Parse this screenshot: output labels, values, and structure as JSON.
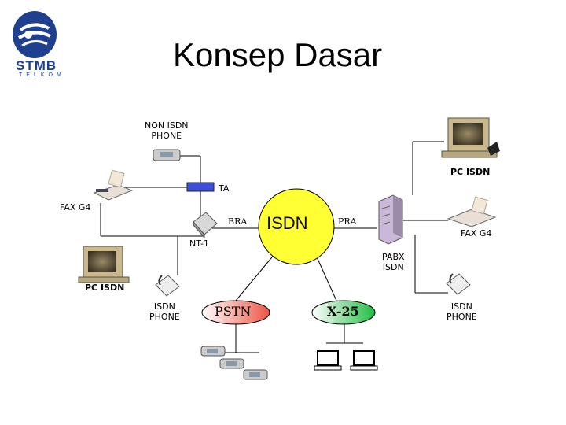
{
  "title": "Konsep Dasar",
  "logo": {
    "name": "STMB",
    "subtitle": "TELKOM"
  },
  "labels": {
    "non_isdn_phone": "NON ISDN\nPHONE",
    "pc_isdn_top": "PC ISDN",
    "ta": "TA",
    "fax_g4_left": "FAX G4",
    "bra": "BRA",
    "isdn": "ISDN",
    "pra": "PRA",
    "fax_g4_right": "FAX G4",
    "nt1": "NT-1",
    "pabx_isdn": "PABX\nISDN",
    "pc_isdn_left": "PC ISDN",
    "isdn_phone_left": "ISDN\nPHONE",
    "pstn": "PSTN",
    "x25": "X-25",
    "isdn_phone_right": "ISDN\nPHONE"
  },
  "colors": {
    "isdn_cloud": "#ffff33",
    "pstn_gradient_start": "#ffffff",
    "pstn_gradient_end": "#ee5544",
    "x25_gradient_start": "#ffffff",
    "x25_gradient_end": "#22bb44",
    "logo_blue": "#1f3f8f"
  },
  "icons": [
    "logo-icon",
    "telephone-icon",
    "pc-icon",
    "fax-icon",
    "modem-icon",
    "pabx-icon",
    "isdn-phone-icon",
    "terminal-icon"
  ]
}
